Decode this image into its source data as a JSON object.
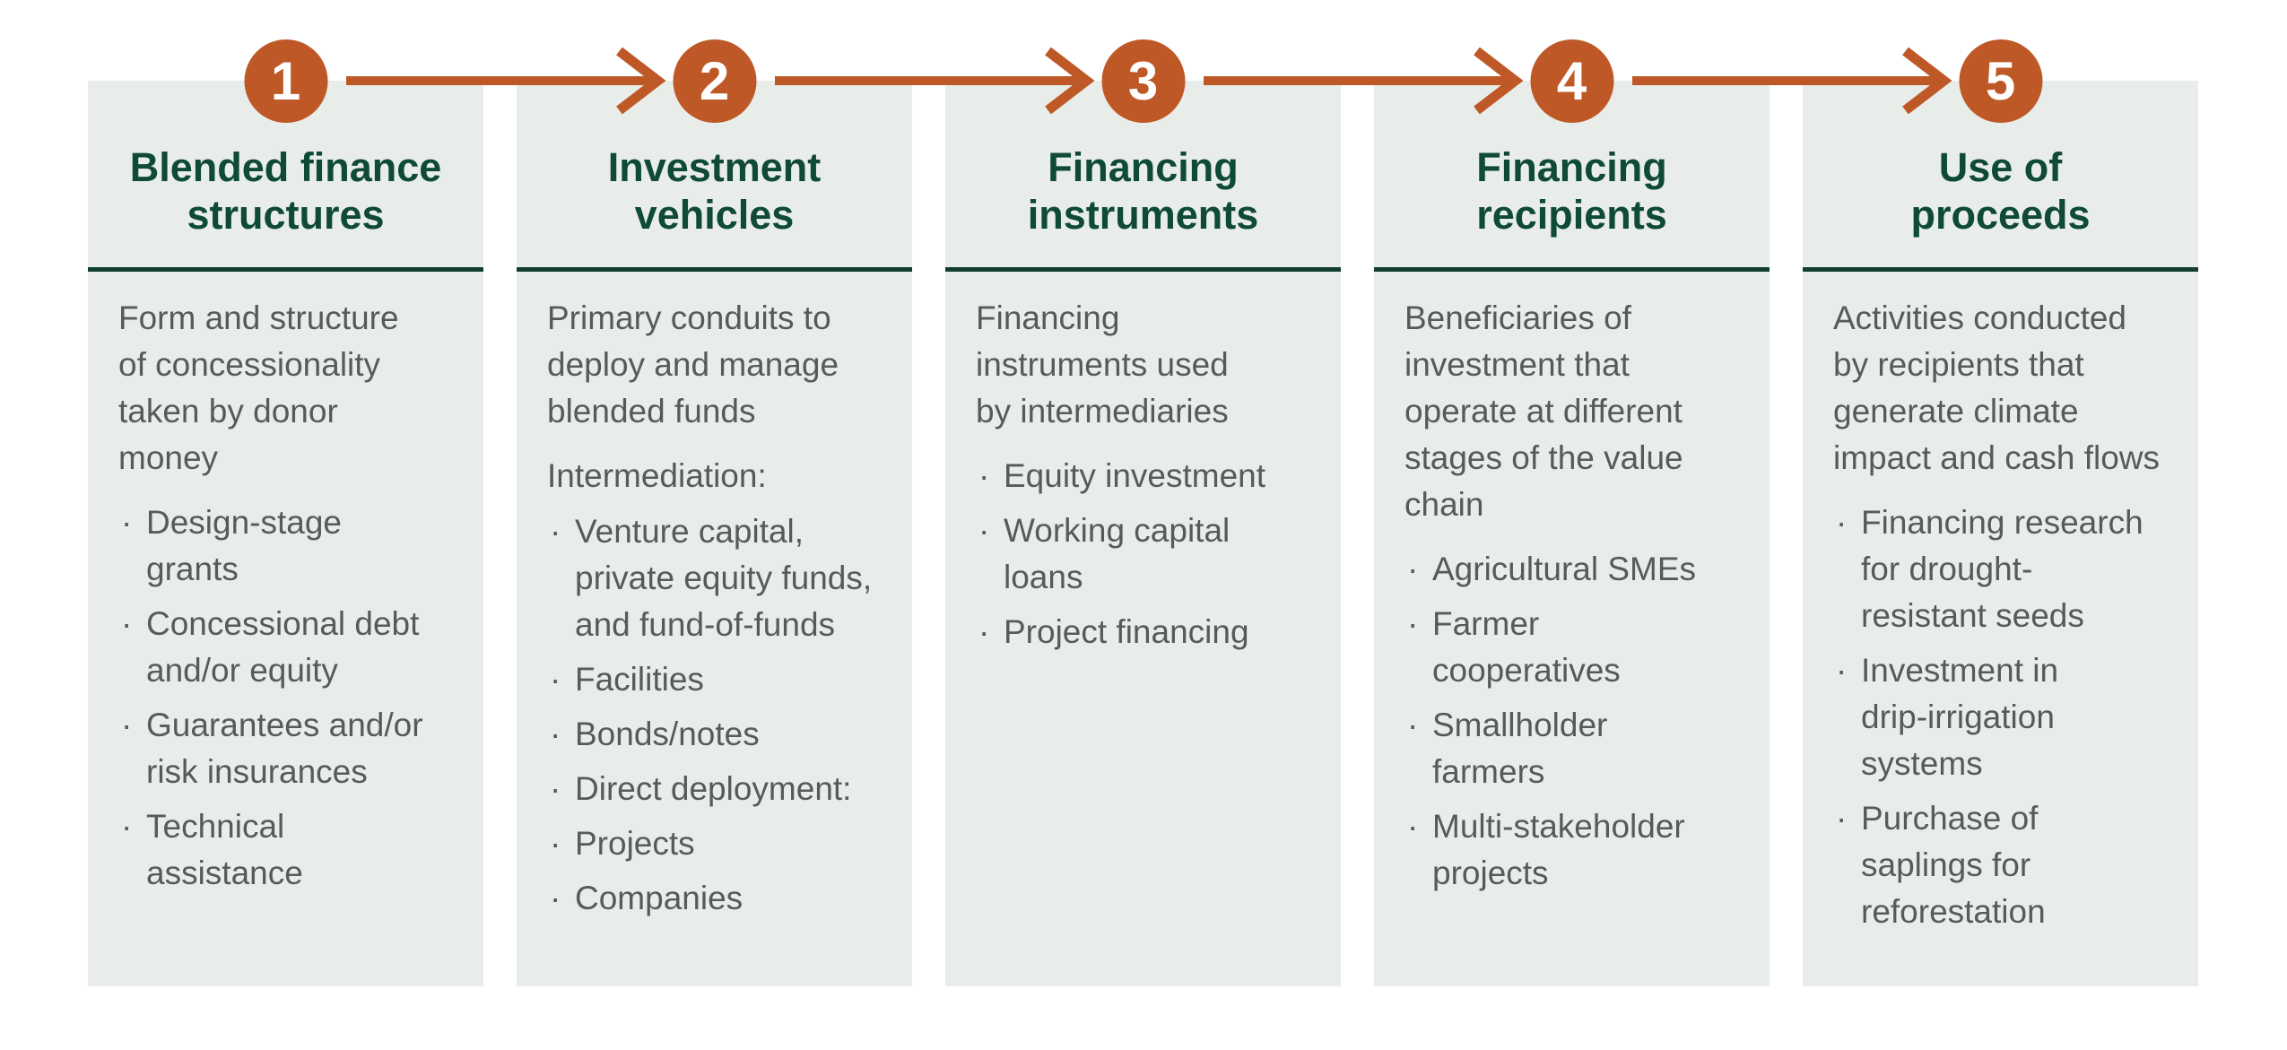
{
  "colors": {
    "orange": "#BF5827",
    "heading_green": "#0E4A35",
    "divider_green": "#123F2D",
    "body_gray": "#58595B",
    "card_bg": "#E9EDEA"
  },
  "bullet_glyph": "·",
  "columns": [
    {
      "number": "1",
      "heading": "Blended finance\nstructures",
      "intro": "Form and structure\nof concessionality\ntaken by donor\nmoney",
      "bullets": [
        "Design-stage\ngrants",
        "Concessional debt\nand/or equity",
        "Guarantees and/or\nrisk insurances",
        "Technical\nassistance"
      ]
    },
    {
      "number": "2",
      "heading": "Investment\nvehicles",
      "intro": "Primary conduits to\ndeploy and manage\nblended funds",
      "para2": "Intermediation:",
      "bullets": [
        "Venture capital,\nprivate equity funds,\nand fund-of-funds",
        "Facilities",
        "Bonds/notes",
        "Direct deployment:",
        "Projects",
        "Companies"
      ]
    },
    {
      "number": "3",
      "heading": "Financing\ninstruments",
      "intro": "Financing\ninstruments used\nby intermediaries",
      "bullets": [
        "Equity investment",
        "Working capital\nloans",
        "Project financing"
      ]
    },
    {
      "number": "4",
      "heading": "Financing\nrecipients",
      "intro": "Beneficiaries of\ninvestment that\noperate at different\nstages of the value\nchain",
      "bullets": [
        "Agricultural SMEs",
        "Farmer\ncooperatives",
        "Smallholder\nfarmers",
        "Multi-stakeholder\nprojects"
      ]
    },
    {
      "number": "5",
      "heading": "Use of\nproceeds",
      "intro": "Activities conducted\nby recipients that\ngenerate climate\nimpact and cash flows",
      "bullets": [
        "Financing research\nfor drought-\nresistant seeds",
        "Investment in\ndrip-irrigation\nsystems",
        "Purchase of\nsaplings for\nreforestation"
      ]
    }
  ]
}
